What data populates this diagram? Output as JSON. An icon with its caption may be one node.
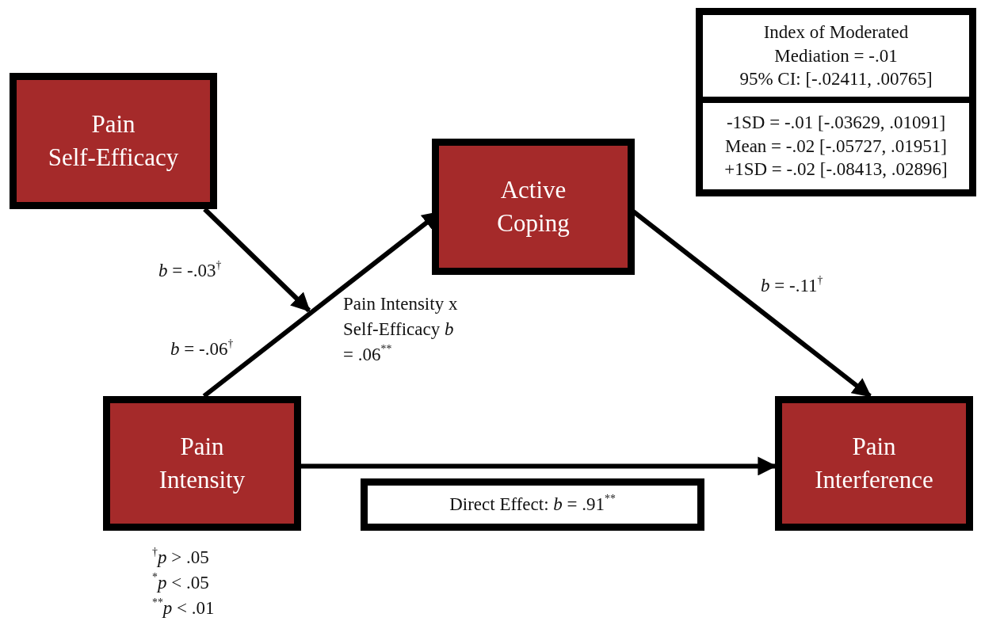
{
  "diagram": {
    "nodes": [
      {
        "text": [
          "Pain Self-Efficacy"
        ]
      },
      {
        "text": [
          "Active Coping"
        ]
      },
      {
        "text": [
          "Pain Intensity"
        ]
      },
      {
        "text": [
          "Pain Interference"
        ]
      },
      {
        "text": [
          "Index of Moderated Mediation = -.01",
          "95% CI: [-.02411, .00765]"
        ]
      },
      {
        "text": [
          "-1SD = -.01 [-.03629, .01091]",
          "Mean = -.02 [-.05727, .01951]",
          "+1SD = -.02 [-.08413, .02896]"
        ]
      },
      {
        "text": [
          "Direct Effect: *b* = .91$^{**}$"
        ]
      }
    ],
    "edges": [
      {
        "from": 2,
        "to": 1,
        "arrow": "to",
        "label": "*b* = -.06$^{†}$"
      },
      {
        "from": 1,
        "to": 3,
        "arrow": "to",
        "label": "*b* = -.11$^{†}$"
      },
      {
        "from": 2,
        "to": 3,
        "arrow": "to"
      },
      {
        "from": 0,
        "to": null,
        "arrow": "to",
        "label": "*b* = -.03$^{†}$"
      }
    ],
    "labels": [
      "Pain Intensity x Self-Efficacy *b* = .06$^{**}$",
      "$^{†}$*p* > .05",
      "$^{*}$*p* < .05",
      "$^{**}$*p* < .01"
    ]
  }
}
